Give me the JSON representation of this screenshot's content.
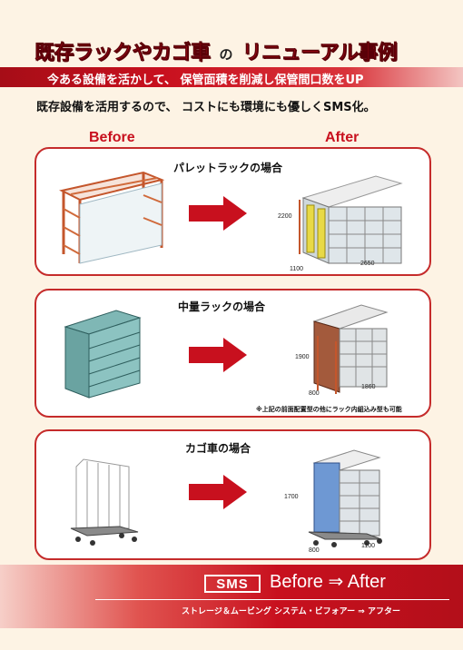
{
  "header": {
    "title_main": "既存ラックやカゴ車",
    "title_no": "の",
    "title_sub": "リニューアル事例",
    "banner": "今ある設備を活かして、 保管面積を削減し保管間口数をUP",
    "intro": "既存設備を活用するので、 コストにも環境にも優しくSMS化。"
  },
  "columns": {
    "before": "Before",
    "after": "After"
  },
  "panels": [
    {
      "title": "パレットラックの場合",
      "dims": [
        "2200",
        "1100",
        "2650"
      ]
    },
    {
      "title": "中量ラックの場合",
      "dims": [
        "1900",
        "800",
        "1860"
      ],
      "note": "※上記の前面配置型の他にラック内組込み型も可能"
    },
    {
      "title": "カゴ車の場合",
      "dims": [
        "1700",
        "800",
        "1100"
      ]
    }
  ],
  "footer": {
    "logo": "SMS",
    "before_after": "Before ⇒ After",
    "kana": "ストレージ＆ムービング システム・ビフォアー ⇒ アフター"
  },
  "colors": {
    "brand_red": "#c8101e",
    "panel_border": "#c52b2b",
    "background": "#fdf3e4"
  }
}
